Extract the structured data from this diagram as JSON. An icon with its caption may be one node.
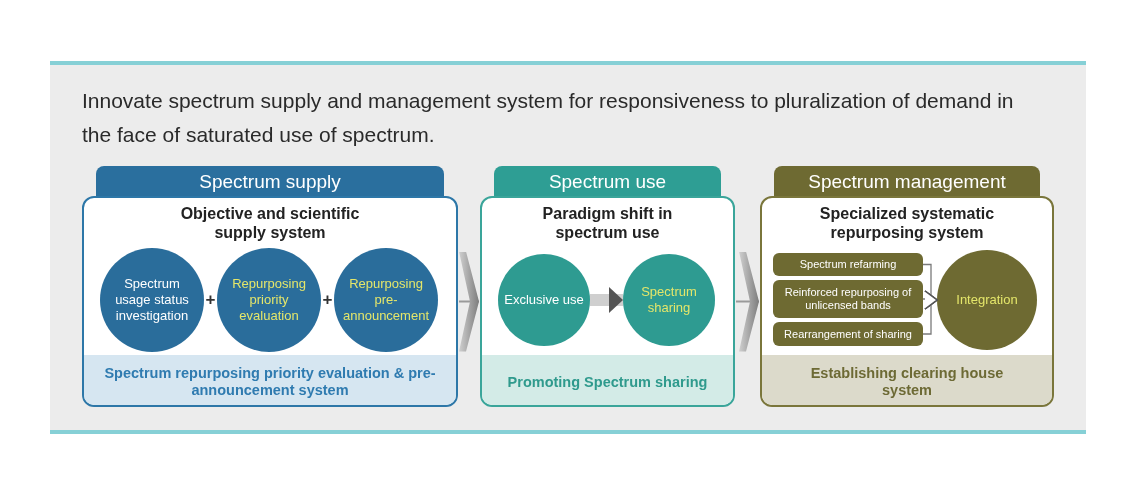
{
  "diagram": {
    "title": "Innovate spectrum supply and management system for responsiveness to pluralization of demand in the face of saturated use of spectrum.",
    "nodes": [
      {
        "text": [
          "Spectrum supply",
          "Objective and scientific supply system",
          "Spectrum repurposing priority evaluation & pre-announcement system"
        ]
      },
      {
        "text": [
          "Spectrum usage status investigation"
        ],
        "in": 0
      },
      {
        "text": [
          "Repurposing priority evaluation"
        ],
        "in": 0
      },
      {
        "text": [
          "Repurposing pre-announcement"
        ],
        "in": 0
      },
      {
        "text": [
          "Spectrum use",
          "Paradigm shift in spectrum use",
          "Promoting Spectrum sharing"
        ]
      },
      {
        "text": [
          "Exclusive use"
        ],
        "in": 4
      },
      {
        "text": [
          "Spectrum sharing"
        ],
        "in": 4
      },
      {
        "text": [
          "Spectrum management",
          "Specialized systematic repurposing system",
          "Establishing clearing house system"
        ]
      },
      {
        "text": [
          "Spectrum refarming"
        ],
        "in": 7
      },
      {
        "text": [
          "Reinforced repurposing of unlicensed bands"
        ],
        "in": 7
      },
      {
        "text": [
          "Rearrangement of sharing"
        ],
        "in": 7
      },
      {
        "text": [
          "Integration"
        ],
        "in": 7
      }
    ],
    "edges": [
      {
        "from": 0,
        "to": 4,
        "arrow": "to"
      },
      {
        "from": 4,
        "to": 7,
        "arrow": "to"
      },
      {
        "from": 5,
        "to": 6,
        "arrow": "to",
        "style": "thick"
      },
      {
        "from": 8,
        "to": 11,
        "arrow": "to"
      },
      {
        "from": 9,
        "to": 11,
        "arrow": "to"
      },
      {
        "from": 10,
        "to": 11,
        "arrow": "to"
      }
    ],
    "labels": [
      "+",
      "+"
    ]
  }
}
